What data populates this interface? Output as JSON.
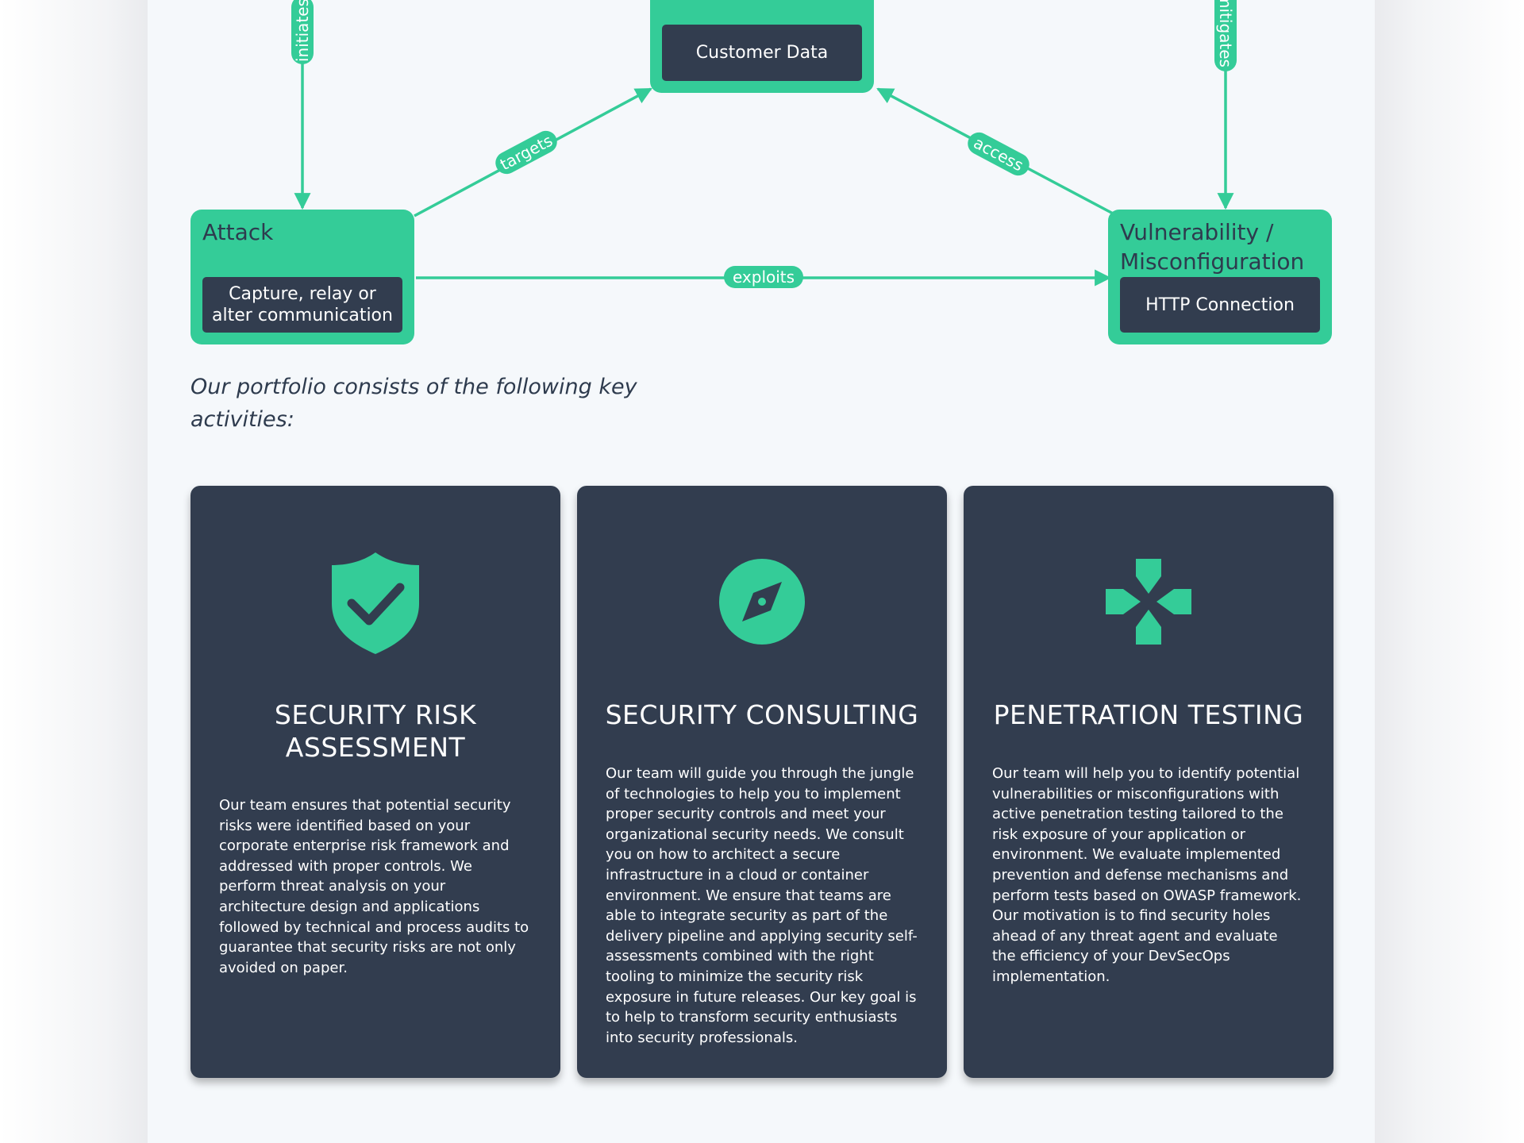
{
  "colors": {
    "accent": "#34cc98",
    "dark": "#323d4f",
    "page_bg": "#f5f8fb"
  },
  "diagram": {
    "nodes": {
      "customer": {
        "inner": "Customer Data"
      },
      "attack": {
        "title": "Attack",
        "inner_line1": "Capture, relay or",
        "inner_line2": "alter communication"
      },
      "vulnerability": {
        "title_line1": "Vulnerability /",
        "title_line2": "Misconfiguration",
        "inner": "HTTP Connection"
      }
    },
    "edges": {
      "initiates": "initiates",
      "mitigates": "mitigates",
      "targets": "targets",
      "access": "access",
      "exploits": "exploits"
    }
  },
  "intro": {
    "line1": "Our portfolio consists of the following key",
    "line2": "activities:"
  },
  "cards": [
    {
      "icon": "shield-check-icon",
      "title_line1": "SECURITY RISK",
      "title_line2": "ASSESSMENT",
      "body": "Our team ensures that potential security risks were identified based on your corporate enterprise risk framework and addressed with proper controls. We perform threat analysis on your architecture design and applications followed by technical and process audits to guarantee that security risks are not only avoided on paper."
    },
    {
      "icon": "compass-icon",
      "title_line1": "SECURITY CONSULTING",
      "body": "Our team will guide you through the jungle of technologies to help you to implement proper security controls and meet your organizational security needs. We consult you on how to architect a secure infrastructure in a cloud or container environment. We ensure that teams are able to integrate security as part of the delivery pipeline and applying security self-assessments combined with the right tooling to minimize the security risk exposure in future releases. Our key goal is to help to transform security enthusiasts into security professionals."
    },
    {
      "icon": "crosshair-plus-icon",
      "title_line1": "PENETRATION TESTING",
      "body": "Our team will help you to identify potential vulnerabilities or misconfigurations with active penetration testing tailored to the risk exposure of your application or environment. We evaluate implemented prevention and defense mechanisms and perform tests based on OWASP framework. Our motivation is to find security holes ahead of any threat agent and evaluate the efficiency of your DevSecOps implementation."
    }
  ]
}
